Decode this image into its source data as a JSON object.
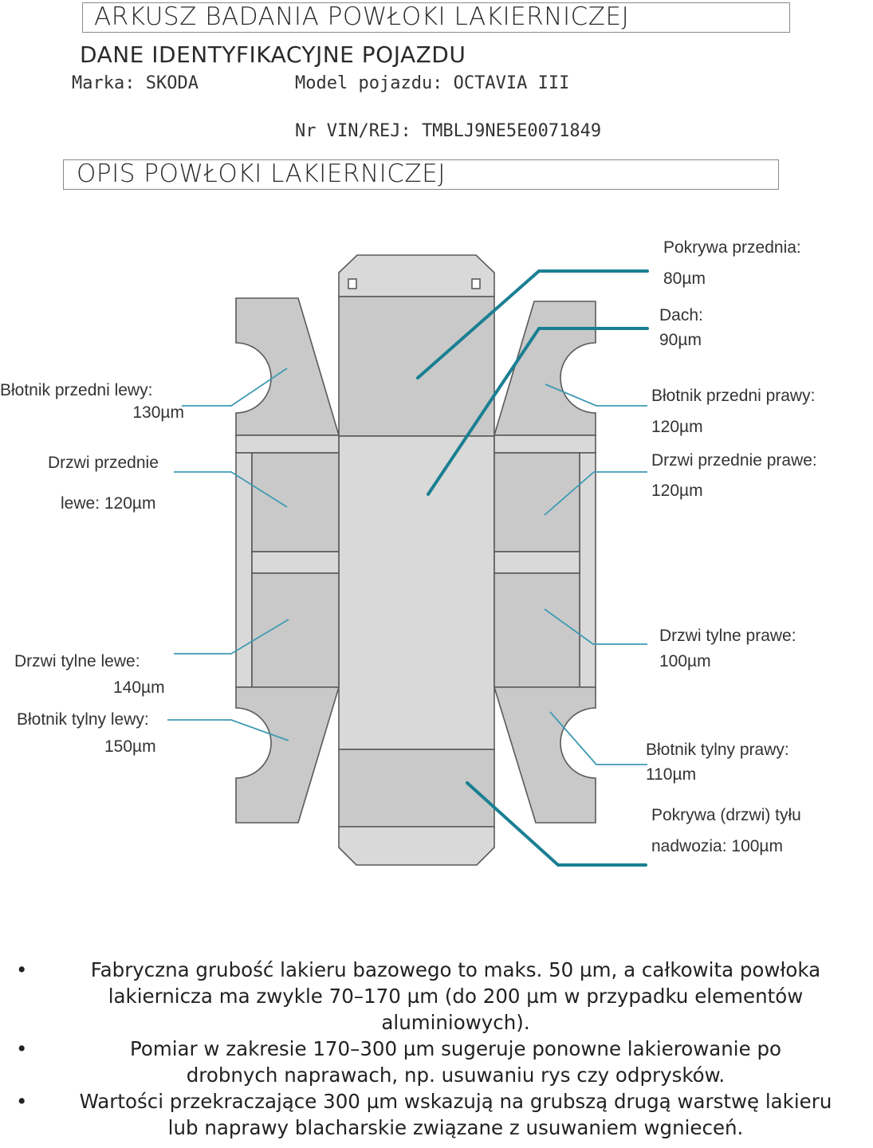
{
  "header": {
    "title": "ARKUSZ BADANIA POWŁOKI LAKIERNICZEJ",
    "vehicle_section": "DANE IDENTYFIKACYJNE POJAZDU",
    "make": "Marka: SKODA",
    "model": "Model pojazdu: OCTAVIA III",
    "vin": "Nr VIN/REJ: TMBLJ9NE5E0071849",
    "coating_section": "OPIS POWŁOKI LAKIERNICZEJ"
  },
  "measurements": {
    "hood": {
      "label": "Pokrywa przednia:",
      "value": "80µm"
    },
    "roof": {
      "label": "Dach:",
      "value": "90µm"
    },
    "front_fender_left": {
      "label": "Błotnik przedni lewy:",
      "value": "130µm"
    },
    "front_fender_right": {
      "label": "Błotnik przedni prawy:",
      "value": "120µm"
    },
    "front_door_left": {
      "label": "Drzwi przednie",
      "value": "lewe: 120µm"
    },
    "front_door_right": {
      "label": "Drzwi przednie prawe:",
      "value": "120µm"
    },
    "rear_door_left": {
      "label": "Drzwi tylne lewe:",
      "value": "140µm"
    },
    "rear_door_right": {
      "label": "Drzwi tylne prawe:",
      "value": "100µm"
    },
    "rear_fender_left": {
      "label": "Błotnik tylny lewy:",
      "value": "150µm"
    },
    "rear_fender_right": {
      "label": "Błotnik tylny prawy:",
      "value": "110µm"
    },
    "tailgate": {
      "label": "Pokrywa (drzwi) tyłu",
      "value": "nadwozia: 100µm"
    }
  },
  "notes": [
    {
      "lines": [
        "Fabryczna grubość lakieru bazowego to maks. 50 µm, a całkowita powłoka",
        "lakiernicza ma zwykle 70–170 µm (do 200 µm w przypadku elementów",
        "aluminiowych)."
      ]
    },
    {
      "lines": [
        "Pomiar w zakresie 170–300 µm sugeruje ponowne lakierowanie po",
        "drobnych naprawach, np. usuwaniu rys czy odprysków."
      ]
    },
    {
      "lines": [
        "Wartości przekraczające 300 µm wskazują na grubszą drugą warstwę lakieru",
        "lub naprawy blacharskie związane z usuwaniem wgnieceń."
      ]
    }
  ],
  "bullet_symbol": "•",
  "colors": {
    "panel": "#c9c9c9",
    "panel_light": "#d9d9d9",
    "outline": "#5a5a5a",
    "leader_teal": "#1a7f92",
    "leader_light": "#5bb3c8"
  }
}
